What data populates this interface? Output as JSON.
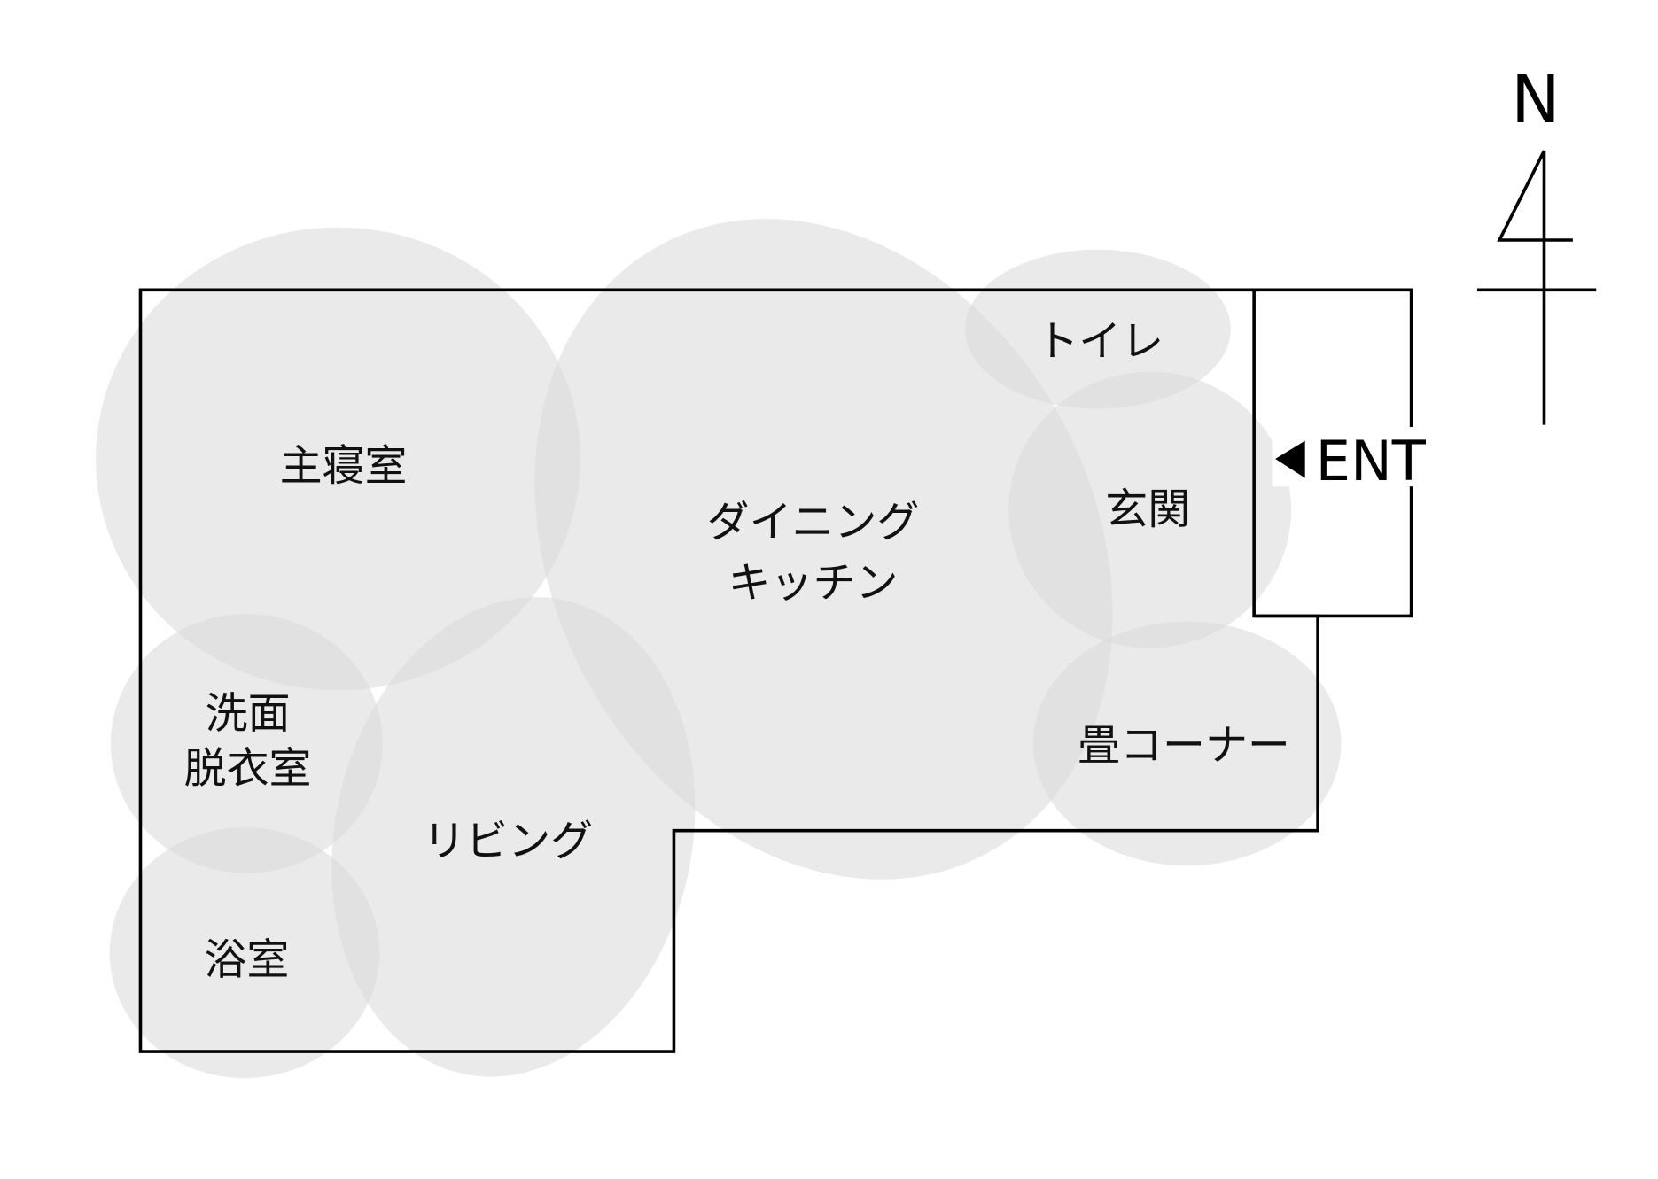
{
  "rooms": {
    "master_bedroom": "主寝室",
    "dining_1": "ダイニング",
    "dining_2": "キッチン",
    "toilet": "トイレ",
    "entrance_hall": "玄関",
    "tatami": "畳コーナー",
    "washroom_1": "洗面",
    "washroom_2": "脱衣室",
    "living": "リビング",
    "bath": "浴室"
  },
  "entrance_label": "ENT",
  "compass_label": "N",
  "colors": {
    "zone_fill": "#d9d9d9",
    "wall": "#000000"
  }
}
